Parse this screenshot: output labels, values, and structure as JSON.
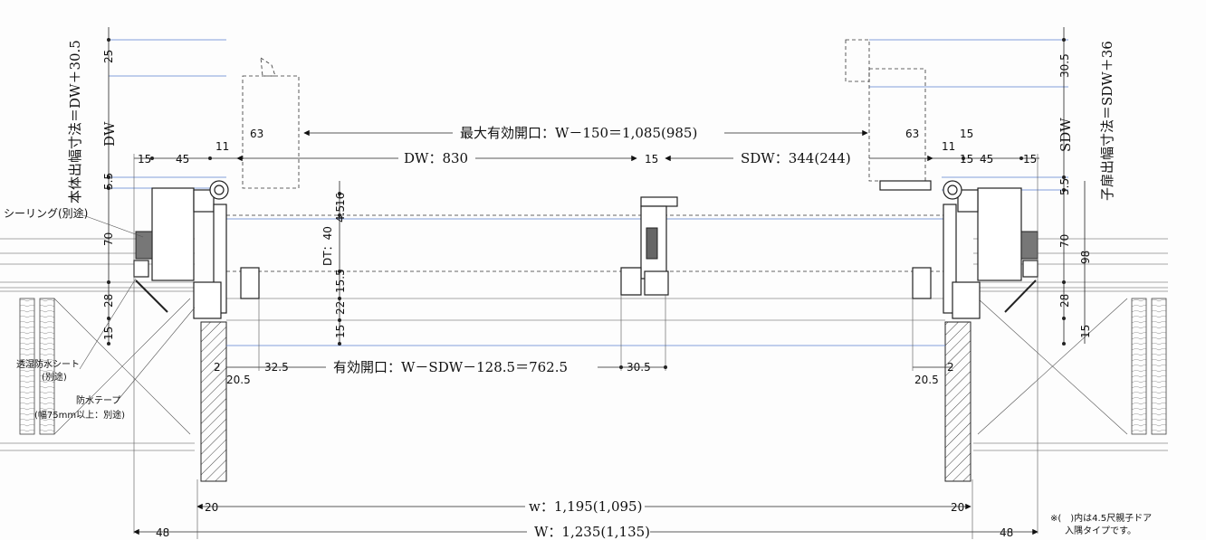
{
  "labels": {
    "max_opening": "最大有効開口：W－150＝1,085(985)",
    "dw": "DW：830",
    "sdw": "SDW：344(244)",
    "effective_opening": "有効開口：W－SDW－128.5＝762.5",
    "w_small": "w：1,195(1,095)",
    "w_big": "W：1,235(1,135)",
    "dt": "DT：40",
    "left_vertical_title": "本体出幅寸法＝DW＋30.5",
    "right_vertical_title": "子扉出幅寸法＝SDW＋36",
    "left_dw": "DW",
    "right_sdw": "SDW",
    "sealing": "シーリング(別途)",
    "moisture_sheet": "透湿防水シート",
    "moisture_sheet_sep": "(別途)",
    "waterproof_tape": "防水テープ",
    "waterproof_tape_note": "(幅75mm以上：別途)",
    "footnote_line1": "※(　)内は4.5尺親子ドア",
    "footnote_line2": "入隅タイプです。"
  },
  "dims": {
    "l25": "25",
    "l5_5": "5.5",
    "l70": "70",
    "l28": "28",
    "l15": "15",
    "r30_5": "30.5",
    "r5_5": "5.5",
    "r70": "70",
    "r98": "98",
    "r28": "28",
    "r15": "15",
    "c4_5": "4.5",
    "c16": "16",
    "c15_5": "15.5",
    "c22": "22",
    "c15": "15",
    "t63_left": "63",
    "t63_right": "63",
    "t11_left": "11",
    "t11_right": "11",
    "t15_left": "15",
    "t45_left": "45",
    "t15_center": "15",
    "t15_right": "15",
    "t45_right": "45",
    "t15_right2": "15",
    "t15_right3": "15",
    "b2_left": "2",
    "b20_5_left": "20.5",
    "b32_5": "32.5",
    "b30_5": "30.5",
    "b20_5_right": "20.5",
    "b2_right": "2",
    "b20_left": "20",
    "b20_right": "20",
    "b48_left": "48",
    "b48_right": "48"
  }
}
